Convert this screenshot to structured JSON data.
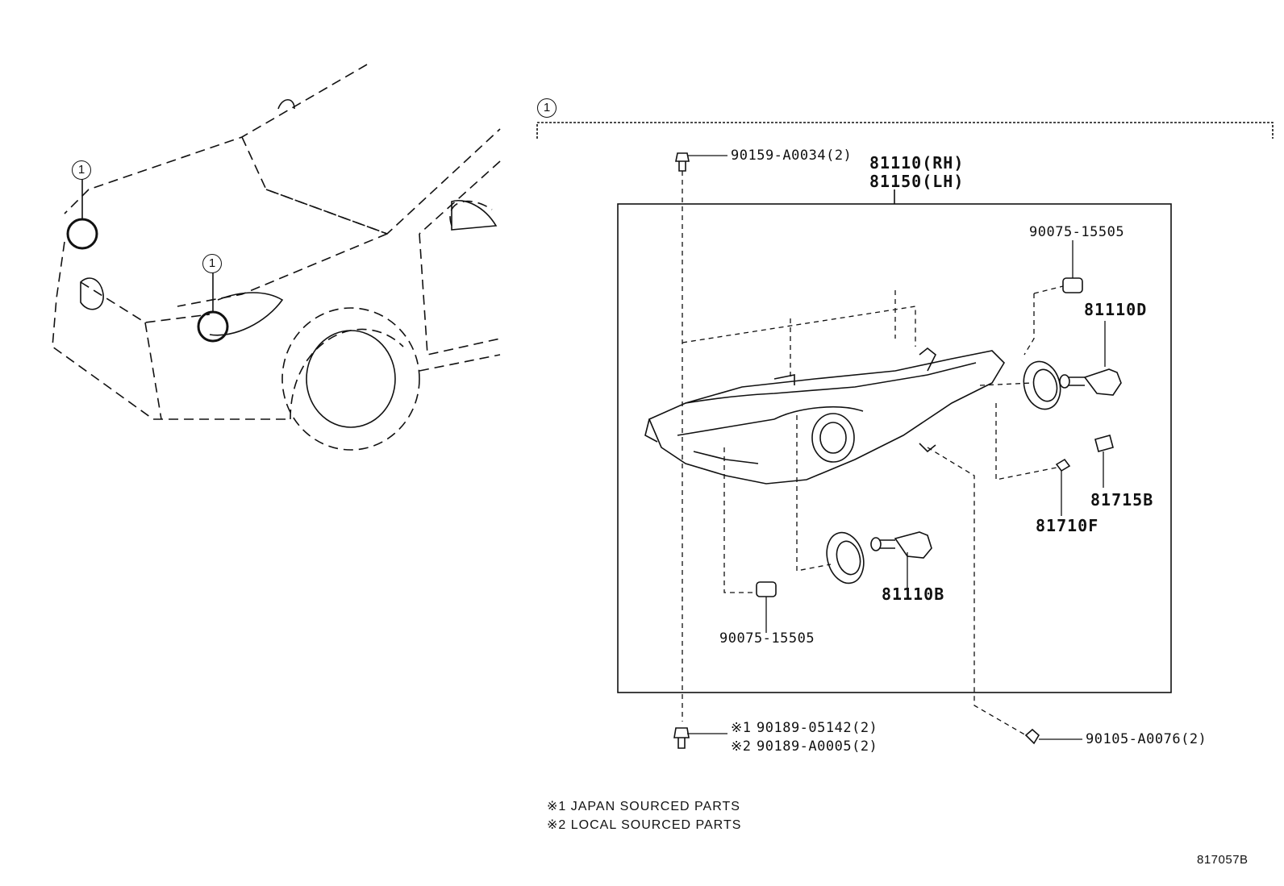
{
  "callout_number": "1",
  "parts": {
    "headlamp_assy_rh": "81110(RH)",
    "headlamp_assy_lh": "81150(LH)",
    "bolt_top": "90159-A0034(2)",
    "socket_upper_right": "90075-15505",
    "bulb_high": "81110D",
    "bulb_low": "81110B",
    "socket_lower_left": "90075-15505",
    "bulb_side": "81710F",
    "socket_side": "81715B",
    "screw_bottom_1_mark": "※1",
    "screw_bottom_1": "90189-05142(2)",
    "screw_bottom_2_mark": "※2",
    "screw_bottom_2": "90189-A0005(2)",
    "bolt_bottom_right": "90105-A0076(2)"
  },
  "notes": {
    "note1": "※1 JAPAN SOURCED PARTS",
    "note2": "※2 LOCAL SOURCED PARTS"
  },
  "diagram_code": "817057B"
}
